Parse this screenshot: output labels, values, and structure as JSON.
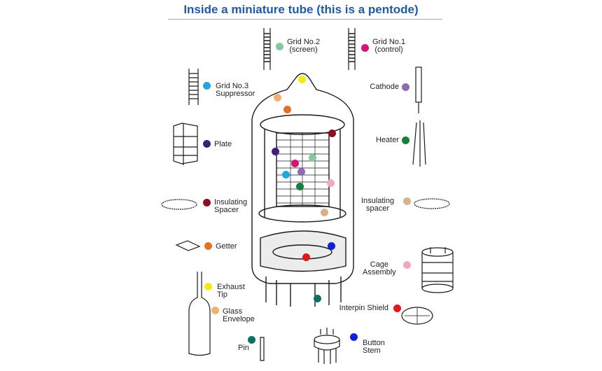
{
  "title": "Inside a miniature tube (this is a pentode)",
  "labels": {
    "grid2": {
      "line1": "Grid No.2",
      "line2": "(screen)",
      "color": "#86c9a0"
    },
    "grid1": {
      "line1": "Grid No.1",
      "line2": "(control)",
      "color": "#d4147a"
    },
    "grid3": {
      "line1": "Grid No.3",
      "line2": "Suppressor",
      "color": "#21a7e0"
    },
    "cathode": {
      "line1": "Cathode",
      "color": "#8e6bb0"
    },
    "plate": {
      "line1": "Plate",
      "color": "#3f1f7a"
    },
    "heater": {
      "line1": "Heater",
      "color": "#15803d"
    },
    "spacer_left": {
      "line1": "Insulating",
      "line2": "Spacer",
      "color": "#8b1024"
    },
    "spacer_right": {
      "line1": "Insulating",
      "line2": "spacer",
      "color": "#d7b287"
    },
    "getter": {
      "line1": "Getter",
      "color": "#e07328"
    },
    "cage": {
      "line1": "Cage",
      "line2": "Assembly",
      "color": "#f2a9bc"
    },
    "exhaust": {
      "line1": "Exhaust",
      "line2": "Tip",
      "color": "#f5ea12"
    },
    "shield": {
      "line1": "Interpin Shield",
      "color": "#e3171d"
    },
    "envelope": {
      "line1": "Glass",
      "line2": "Envelope",
      "color": "#f2b070"
    },
    "pin": {
      "line1": "Pin",
      "color": "#0f6f66"
    },
    "stem": {
      "line1": "Button",
      "line2": "Stem",
      "color": "#1321d6"
    }
  }
}
